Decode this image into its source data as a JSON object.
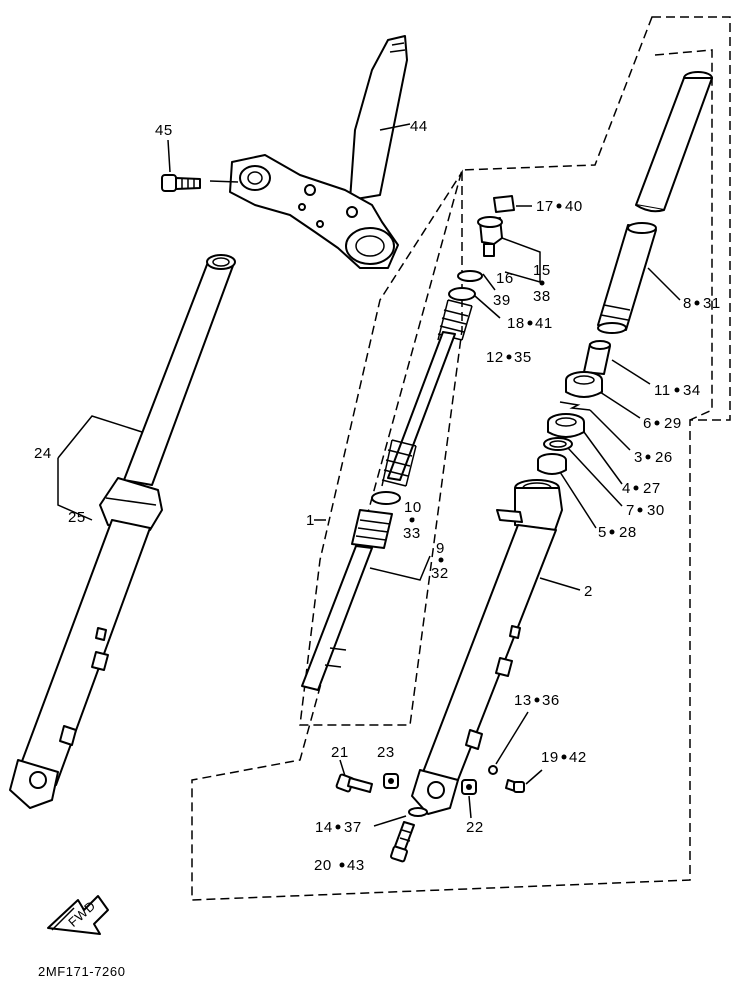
{
  "diagram_code": "2MF171-7260",
  "fwd_arrow_text": "FWD",
  "callouts": {
    "c45": "45",
    "c44": "44",
    "c17_40": "17",
    "c17_40b": "40",
    "c16": "16",
    "c15": "15",
    "c38": "38",
    "c39": "39",
    "c18_41": "18",
    "c18_41b": "41",
    "c12_35": "12",
    "c12_35b": "35",
    "c8_31": "8",
    "c8_31b": "31",
    "c11_34": "11",
    "c11_34b": "34",
    "c6_29": "6",
    "c6_29b": "29",
    "c3_26": "3",
    "c3_26b": "26",
    "c4_27": "4",
    "c4_27b": "27",
    "c7_30": "7",
    "c7_30b": "30",
    "c5_28": "5",
    "c5_28b": "28",
    "c24": "24",
    "c25": "25",
    "c1": "1",
    "c10": "10",
    "c33": "33",
    "c9": "9",
    "c32": "32",
    "c2": "2",
    "c13_36": "13",
    "c13_36b": "36",
    "c19_42": "19",
    "c19_42b": "42",
    "c21": "21",
    "c23": "23",
    "c14_37": "14",
    "c14_37b": "37",
    "c22": "22",
    "c20_43": "20",
    "c20_43b": "43"
  }
}
